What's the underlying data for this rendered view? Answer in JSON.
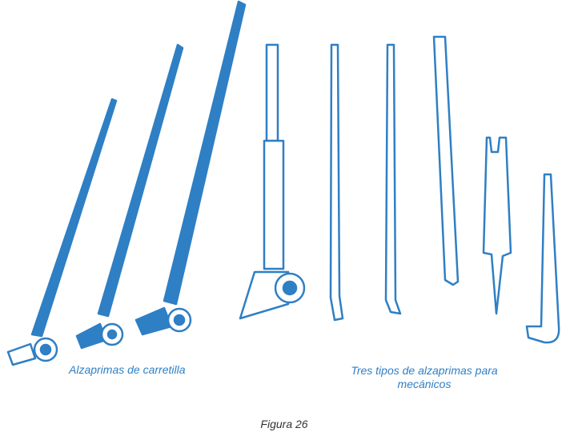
{
  "captions": {
    "wheelbarrow_bars": "Alzaprimas de carretilla",
    "mechanic_bars_line1": "Tres tipos de alzaprimas para",
    "mechanic_bars_line2": "mecánicos"
  },
  "figure_label": "Figura 26",
  "colors": {
    "ink": "#2f7fc4",
    "fill": "#eaf3fb",
    "caption_text": "#2f7fc4",
    "figure_label_text": "#333333"
  }
}
